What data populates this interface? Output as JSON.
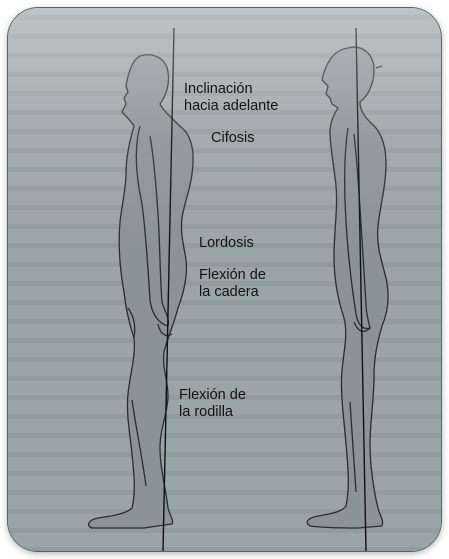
{
  "labels": {
    "forward_lean_line1": "Inclinación",
    "forward_lean_line2": "hacia adelante",
    "kyphosis": "Cifosis",
    "lordosis": "Lordosis",
    "hip_flexion_line1": "Flexión de",
    "hip_flexion_line2": "la cadera",
    "knee_flexion_line1": "Flexión de",
    "knee_flexion_line2": "la rodilla"
  },
  "colors": {
    "background": "#9aa3a6",
    "figure_fill": "#8a9397",
    "figure_stroke": "#2a2d2f",
    "plumb_line": "#111111",
    "label_text": "#141414"
  }
}
